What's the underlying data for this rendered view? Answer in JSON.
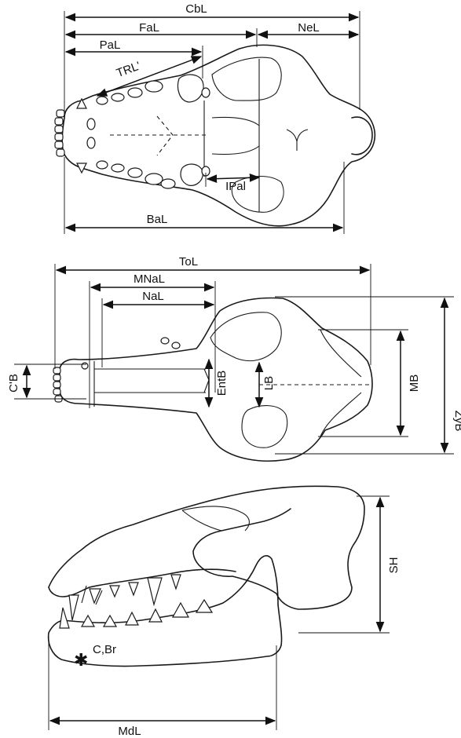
{
  "figure": {
    "views": [
      "ventral",
      "dorsal",
      "lateral"
    ],
    "labels": {
      "cbl": "CbL",
      "fal": "FaL",
      "nel": "NeL",
      "pal": "PaL",
      "trl": "TRL'",
      "ipal": "IPal",
      "bal": "BaL",
      "tol": "ToL",
      "mnal": "MNaL",
      "nal": "NaL",
      "cb": "C'B",
      "entb": "EntB",
      "lb": "LB",
      "mb": "MB",
      "zyb": "ZyB",
      "sh": "SH",
      "cbr": "C,Br",
      "mdl": "MdL"
    }
  }
}
